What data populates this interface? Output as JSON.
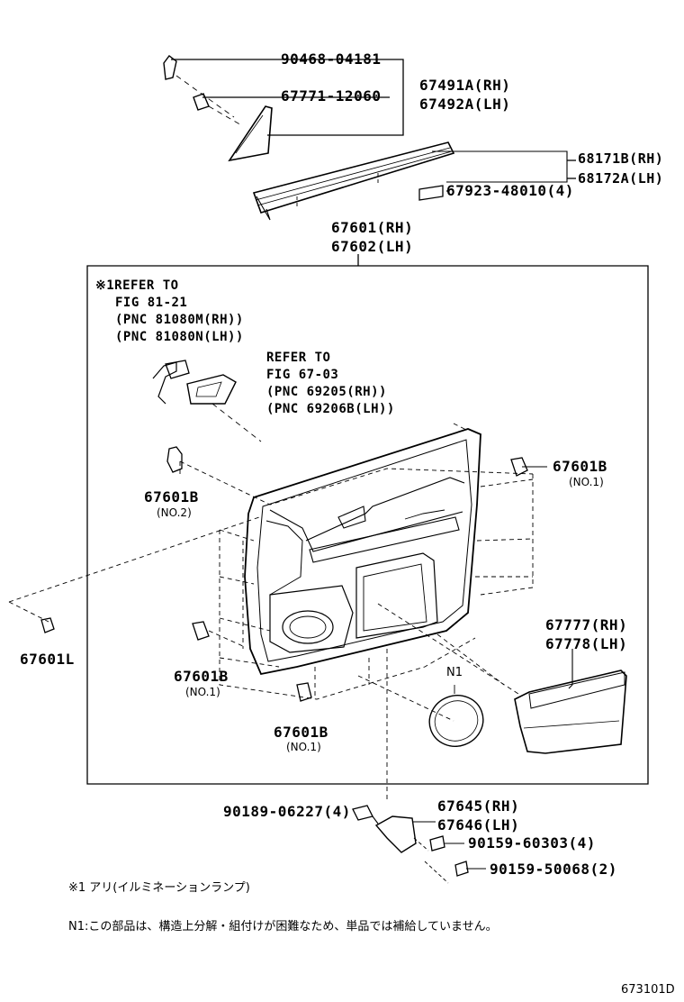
{
  "labels": {
    "p90468": "90468-04181",
    "p67771": "67771-12060",
    "p67491": "67491A(RH)",
    "p67492": "67492A(LH)",
    "p68171": "68171B(RH)",
    "p68172": "68172A(LH)",
    "p67923": "67923-48010(4)",
    "p67601": "67601(RH)",
    "p67602": "67602(LH)",
    "clipTopRight": "67601B",
    "clipTopRightSub": "(NO.1)",
    "clipUpperLeft": "67601B",
    "clipUpperLeftSub": "(NO.2)",
    "clipLeft": "67601L",
    "clipMidLeft": "67601B",
    "clipMidLeftSub": "(NO.1)",
    "clipBottom": "67601B",
    "clipBottomSub": "(NO.1)",
    "p67777": "67777(RH)",
    "p67778": "67778(LH)",
    "n1": "N1",
    "p90189": "90189-06227(4)",
    "p67645": "67645(RH)",
    "p67646": "67646(LH)",
    "p90159a": "90159-60303(4)",
    "p90159b": "90159-50068(2)",
    "diagramId": "673101D"
  },
  "refs": {
    "ref1_line1": "※1REFER TO",
    "ref1_line2": "FIG 81-21",
    "ref1_line3": "(PNC 81080M(RH))",
    "ref1_line4": "(PNC 81080N(LH))",
    "ref2_line1": "REFER TO",
    "ref2_line2": "FIG 67-03",
    "ref2_line3": "(PNC 69205(RH))",
    "ref2_line4": "(PNC 69206B(LH))"
  },
  "notes": {
    "note1": "※1 アリ(イルミネーションランプ)",
    "note2": "N1:この部品は、構造上分解・組付けが困難なため、単品では補給していません。"
  }
}
